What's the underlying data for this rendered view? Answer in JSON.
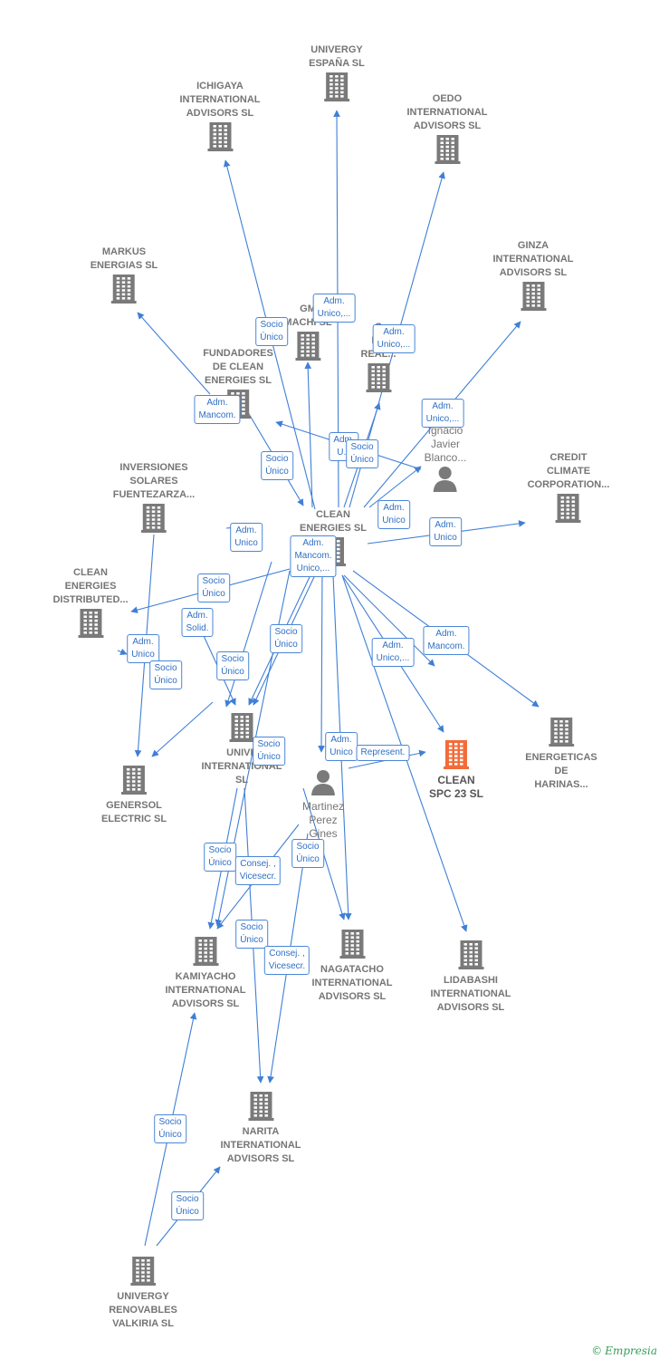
{
  "colors": {
    "edge": "#3f7fd6",
    "building": "#7a7a7a",
    "focus": "#f26b3a",
    "person": "#7a7a7a"
  },
  "nodes": [
    {
      "id": "univergy_espana",
      "kind": "company",
      "label": "UNIVERGY\nESPAÑA  SL"
    },
    {
      "id": "ichigaya",
      "kind": "company",
      "label": "ICHIGAYA\nINTERNATIONAL\nADVISORS  SL"
    },
    {
      "id": "oedo",
      "kind": "company",
      "label": "OEDO\nINTERNATIONAL\nADVISORS  SL"
    },
    {
      "id": "markus",
      "kind": "company",
      "label": "MARKUS\nENERGIAS SL"
    },
    {
      "id": "ginza",
      "kind": "company",
      "label": "GINZA\nINTERNATIONAL\nADVISORS  SL"
    },
    {
      "id": "gm_machi",
      "kind": "company",
      "label": "GM\nMACHI  SL"
    },
    {
      "id": "en_real",
      "kind": "company",
      "label": "C\nEN\nREAL..."
    },
    {
      "id": "fundadores",
      "kind": "company",
      "label": "FUNDADORES\nDE CLEAN\nENERGIES SL"
    },
    {
      "id": "ignacio",
      "kind": "person",
      "label": "Ignacio\nJavier\nBlanco..."
    },
    {
      "id": "inversiones",
      "kind": "company",
      "label": "INVERSIONES\nSOLARES\nFUENTEZARZA..."
    },
    {
      "id": "clean_energies",
      "kind": "company",
      "label": "CLEAN\nENERGIES SL"
    },
    {
      "id": "credit_climate",
      "kind": "company",
      "label": "CREDIT\nCLIMATE\nCORPORATION..."
    },
    {
      "id": "clean_distributed",
      "kind": "company",
      "label": "CLEAN\nENERGIES\nDISTRIBUTED..."
    },
    {
      "id": "energeticas",
      "kind": "company",
      "label": "ENERGETICAS\nDE\nHARINAS..."
    },
    {
      "id": "univergy_intl",
      "kind": "company",
      "label": "UNIVE\nINTERNATIONAL\nSL"
    },
    {
      "id": "clean_spc",
      "kind": "focus",
      "label": "CLEAN\nSPC 23  SL"
    },
    {
      "id": "martinez",
      "kind": "person",
      "label": "Martinez\nPerez\nGines"
    },
    {
      "id": "genersol",
      "kind": "company",
      "label": "GENERSOL\nELECTRIC  SL"
    },
    {
      "id": "kamiyacho",
      "kind": "company",
      "label": "KAMIYACHO\nINTERNATIONAL\nADVISORS  SL"
    },
    {
      "id": "nagatacho",
      "kind": "company",
      "label": "NAGATACHO\nINTERNATIONAL\nADVISORS  SL"
    },
    {
      "id": "lidabashi",
      "kind": "company",
      "label": "LIDABASHI\nINTERNATIONAL\nADVISORS  SL"
    },
    {
      "id": "narita",
      "kind": "company",
      "label": "NARITA\nINTERNATIONAL\nADVISORS  SL"
    },
    {
      "id": "univergy_renovables",
      "kind": "company",
      "label": "UNIVERGY\nRENOVABLES\nVALKIRIA  SL"
    }
  ],
  "edge_labels": [
    {
      "id": "el1",
      "text": "Socio\nÚnico"
    },
    {
      "id": "el2",
      "text": "Adm.\nUnico,..."
    },
    {
      "id": "el3",
      "text": "Adm.\nUnico,..."
    },
    {
      "id": "el4",
      "text": "Adm.\nMancom."
    },
    {
      "id": "el5",
      "text": "Adm.\nUnico,..."
    },
    {
      "id": "el6",
      "text": "Socio\nÚnico"
    },
    {
      "id": "el7",
      "text": "Adm.\nU..."
    },
    {
      "id": "el8",
      "text": "Socio\nÚnico"
    },
    {
      "id": "el9",
      "text": "Adm.\nUnico"
    },
    {
      "id": "el10",
      "text": "Adm.\nUnico"
    },
    {
      "id": "el11",
      "text": "Adm.\nUnico"
    },
    {
      "id": "el12",
      "text": "Adm.\nMancom.\nUnico,..."
    },
    {
      "id": "el13",
      "text": "Socio\nÚnico"
    },
    {
      "id": "el14",
      "text": "Adm.\nSolid."
    },
    {
      "id": "el15",
      "text": "Adm.\nUnico"
    },
    {
      "id": "el16",
      "text": "Socio\nÚnico"
    },
    {
      "id": "el17",
      "text": "Socio\nÚnico"
    },
    {
      "id": "el18",
      "text": "Socio\nÚnico"
    },
    {
      "id": "el19",
      "text": "Adm.\nUnico,..."
    },
    {
      "id": "el20",
      "text": "Adm.\nMancom."
    },
    {
      "id": "el21",
      "text": "Socio\nÚnico"
    },
    {
      "id": "el22",
      "text": "Adm.\nUnico"
    },
    {
      "id": "el23",
      "text": "Represent."
    },
    {
      "id": "el24",
      "text": "Socio\nÚnico"
    },
    {
      "id": "el25",
      "text": "Consej. ,\nVicesecr."
    },
    {
      "id": "el26",
      "text": "Socio\nÚnico"
    },
    {
      "id": "el27",
      "text": "Socio\nÚnico"
    },
    {
      "id": "el28",
      "text": "Consej. ,\nVicesecr."
    },
    {
      "id": "el29",
      "text": "Socio\nÚnico"
    },
    {
      "id": "el30",
      "text": "Socio\nÚnico"
    }
  ],
  "footer": {
    "copyright": "©",
    "brand": "Empresia"
  }
}
